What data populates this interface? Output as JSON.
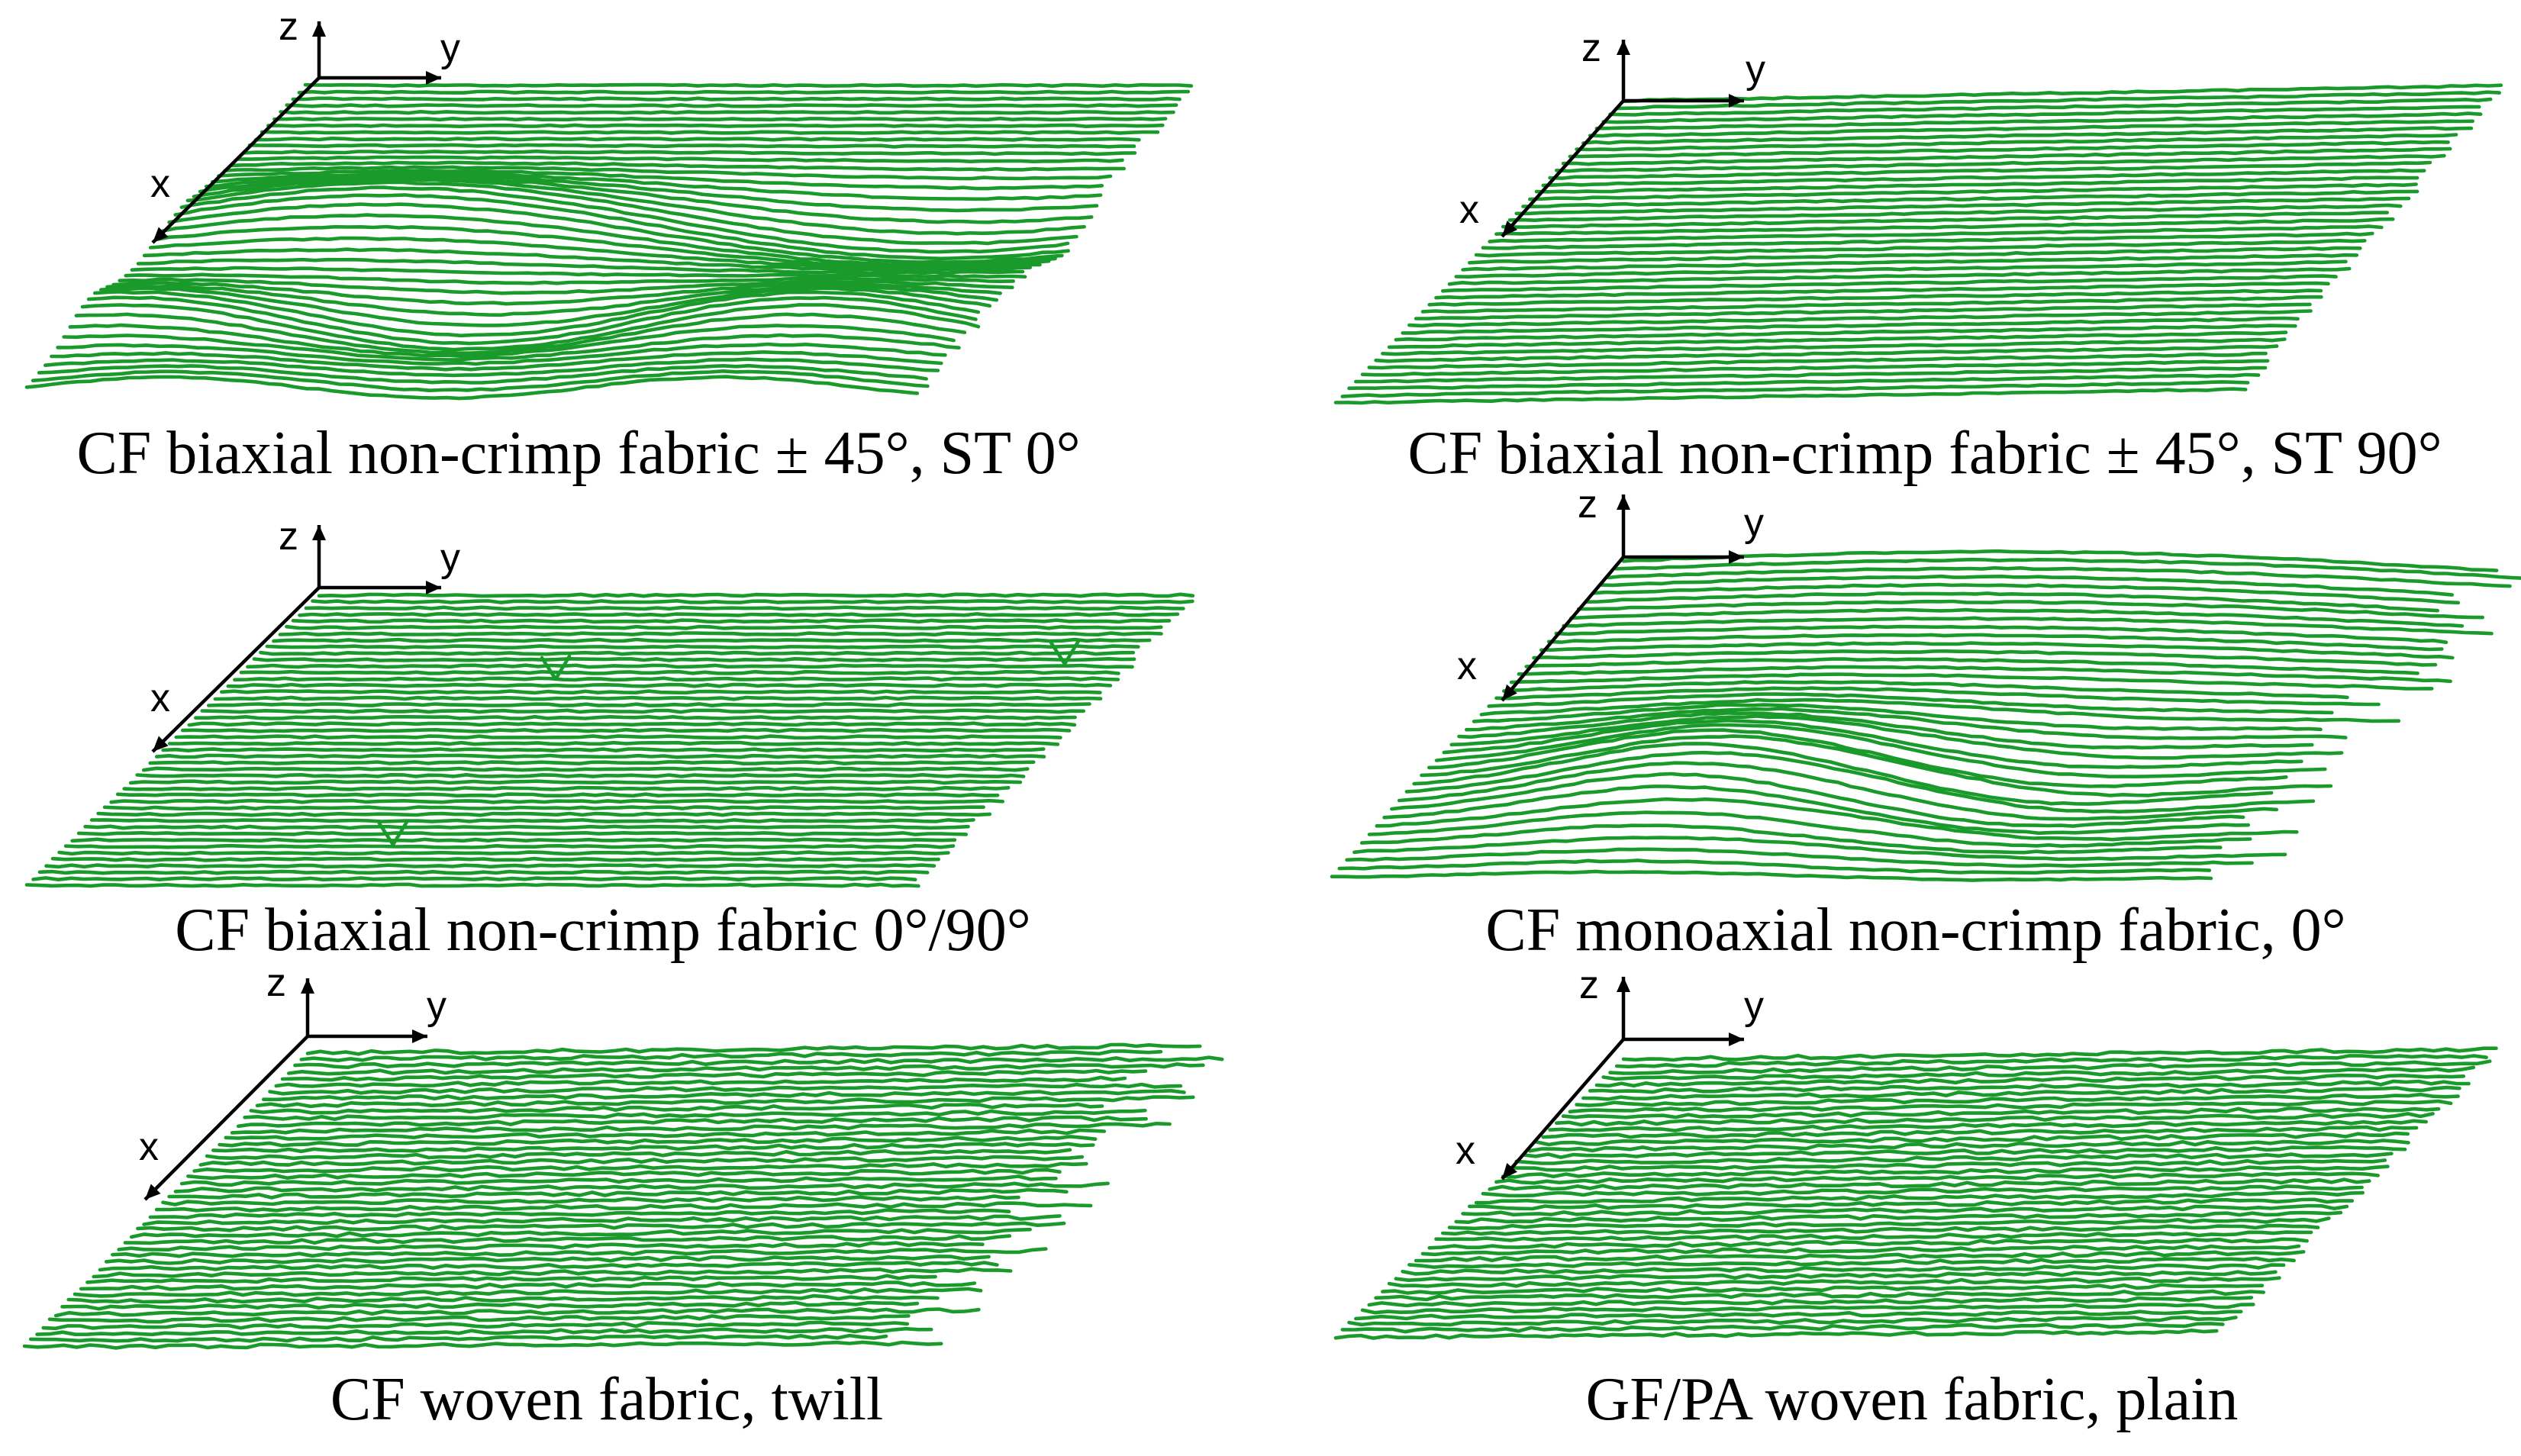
{
  "colors": {
    "scan_line": "#1a9a2a",
    "axes": "#000000",
    "text": "#000000",
    "background": "#ffffff"
  },
  "panels": [
    {
      "caption": "CF biaxial non-crimp fabric ± 45°, ST 0°",
      "axes": {
        "x": "x",
        "y": "y",
        "z": "z"
      },
      "surface": "wavy bands (large undulations across the plane)"
    },
    {
      "caption": "CF biaxial non-crimp fabric ± 45°, ST 90°",
      "axes": {
        "x": "x",
        "y": "y",
        "z": "z"
      },
      "surface": "nearly flat"
    },
    {
      "caption": "CF biaxial non-crimp fabric 0°/90°",
      "axes": {
        "x": "x",
        "y": "y",
        "z": "z"
      },
      "surface": "flat with small local dips"
    },
    {
      "caption": "CF monoaxial non-crimp fabric, 0°",
      "axes": {
        "x": "x",
        "y": "y",
        "z": "z"
      },
      "surface": "single broad bulge"
    },
    {
      "caption": "CF woven fabric, twill",
      "axes": {
        "x": "x",
        "y": "y",
        "z": "z"
      },
      "surface": "flat with slight ripple"
    },
    {
      "caption": "GF/PA woven fabric, plain",
      "axes": {
        "x": "x",
        "y": "y",
        "z": "z"
      },
      "surface": "flat with slight ripple"
    }
  ]
}
